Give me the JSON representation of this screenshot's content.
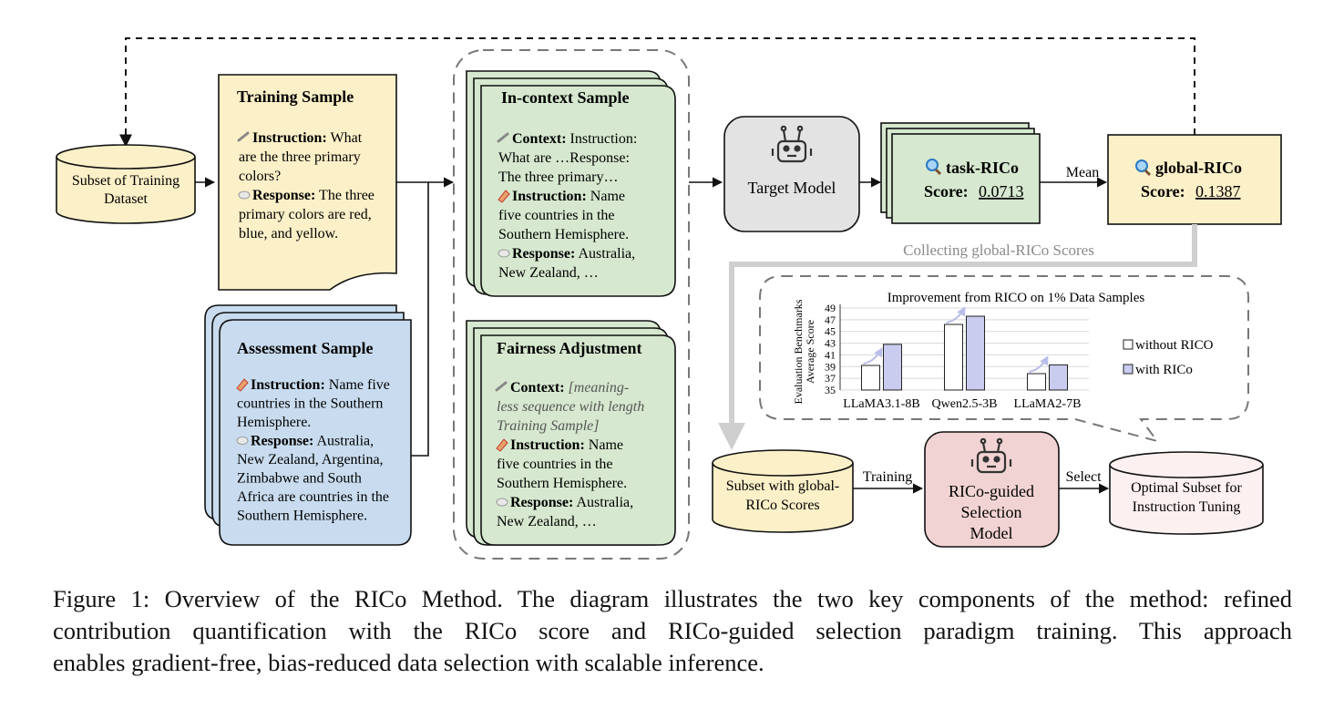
{
  "nodes": {
    "subset_training": [
      "Subset of Training",
      "Dataset"
    ],
    "training_sample": {
      "title": "Training Sample",
      "lines": [
        {
          "bold": "Instruction:",
          "text": " What"
        },
        {
          "text": "are the three primary"
        },
        {
          "text": "colors?"
        },
        {
          "bold": "Response:",
          "text": " The three"
        },
        {
          "text": "primary colors are red,"
        },
        {
          "text": "blue, and yellow."
        }
      ]
    },
    "assessment_sample": {
      "title": "Assessment Sample",
      "lines": [
        {
          "bold": "Instruction:",
          "text": " Name five"
        },
        {
          "text": "countries in the Southern"
        },
        {
          "text": "Hemisphere."
        },
        {
          "bold": "Response:",
          "text": " Australia,"
        },
        {
          "text": "New Zealand, Argentina,"
        },
        {
          "text": "Zimbabwe and South"
        },
        {
          "text": "Africa are countries in the"
        },
        {
          "text": "Southern Hemisphere."
        }
      ]
    },
    "incontext_sample": {
      "title": "In-context Sample",
      "lines": [
        {
          "bold": "Context:",
          "text": " Instruction:"
        },
        {
          "text": "What are …Response:"
        },
        {
          "text": "The three primary…"
        },
        {
          "bold": "Instruction:",
          "text": " Name"
        },
        {
          "text": "five countries in the"
        },
        {
          "text": "Southern Hemisphere."
        },
        {
          "bold": "Response:",
          "text": " Australia,"
        },
        {
          "text": "New Zealand, …"
        }
      ]
    },
    "fairness_adjustment": {
      "title": "Fairness Adjustment",
      "lines": [
        {
          "bold": "Context:",
          "italic": " [meaning-"
        },
        {
          "italic": "less sequence with length"
        },
        {
          "italic": "Training Sample]"
        },
        {
          "bold": "Instruction:",
          "text": " Name"
        },
        {
          "text": "five countries in the"
        },
        {
          "text": "Southern Hemisphere."
        },
        {
          "bold": "Response:",
          "text": " Australia,"
        },
        {
          "text": "New Zealand, …"
        }
      ]
    },
    "target_model": "Target Model",
    "task_rico": {
      "title": "task-RICo",
      "score_label": "Score:",
      "score": "0.0713"
    },
    "global_rico": {
      "title": "global-RICo",
      "score_label": "Score:",
      "score": "0.1387"
    },
    "subset_global": [
      "Subset with global-",
      "RICo Scores"
    ],
    "rico_model": [
      "RICo-guided",
      "Selection",
      "Model"
    ],
    "optimal_subset": [
      "Optimal Subset for",
      "Instruction Tuning"
    ]
  },
  "edge_labels": {
    "mean": "Mean",
    "collecting": "Collecting global-RICo Scores",
    "training": "Training",
    "select": "Select"
  },
  "chart_data": {
    "type": "bar",
    "title": "Improvement from RICO on 1% Data Samples",
    "ylabel": [
      "Evaluation Benchmarks",
      "Average Score"
    ],
    "ylim": [
      35,
      49
    ],
    "yticks": [
      "35",
      "37",
      "39",
      "41",
      "43",
      "45",
      "47",
      "49"
    ],
    "categories": [
      "LLaMA3.1-8B",
      "Qwen2.5-3B",
      "LLaMA2-7B"
    ],
    "series": [
      {
        "name": "without RICO",
        "values": [
          39.2,
          46.2,
          37.8
        ],
        "color": "#ffffff"
      },
      {
        "name": "with RICo",
        "values": [
          42.8,
          47.6,
          39.3
        ],
        "color": "#c9cbef"
      }
    ],
    "grid": true,
    "legend": "right"
  },
  "caption": {
    "lines": [
      "Figure 1: Overview of the RICo Method. The diagram illustrates the two key components of the method: refined",
      "contribution quantification with the RICo score and RICo-guided selection paradigm training. This approach",
      "enables gradient-free, bias-reduced data selection with scalable inference."
    ]
  },
  "colors": {
    "yellow": "#fcf0c8",
    "blue": "#c9dcef",
    "green": "#d6e8cf",
    "gray": "#e3e3e3",
    "pink": "#f2d3d3",
    "light_pink": "#fdf0f0",
    "bar_with": "#c9cbef"
  }
}
